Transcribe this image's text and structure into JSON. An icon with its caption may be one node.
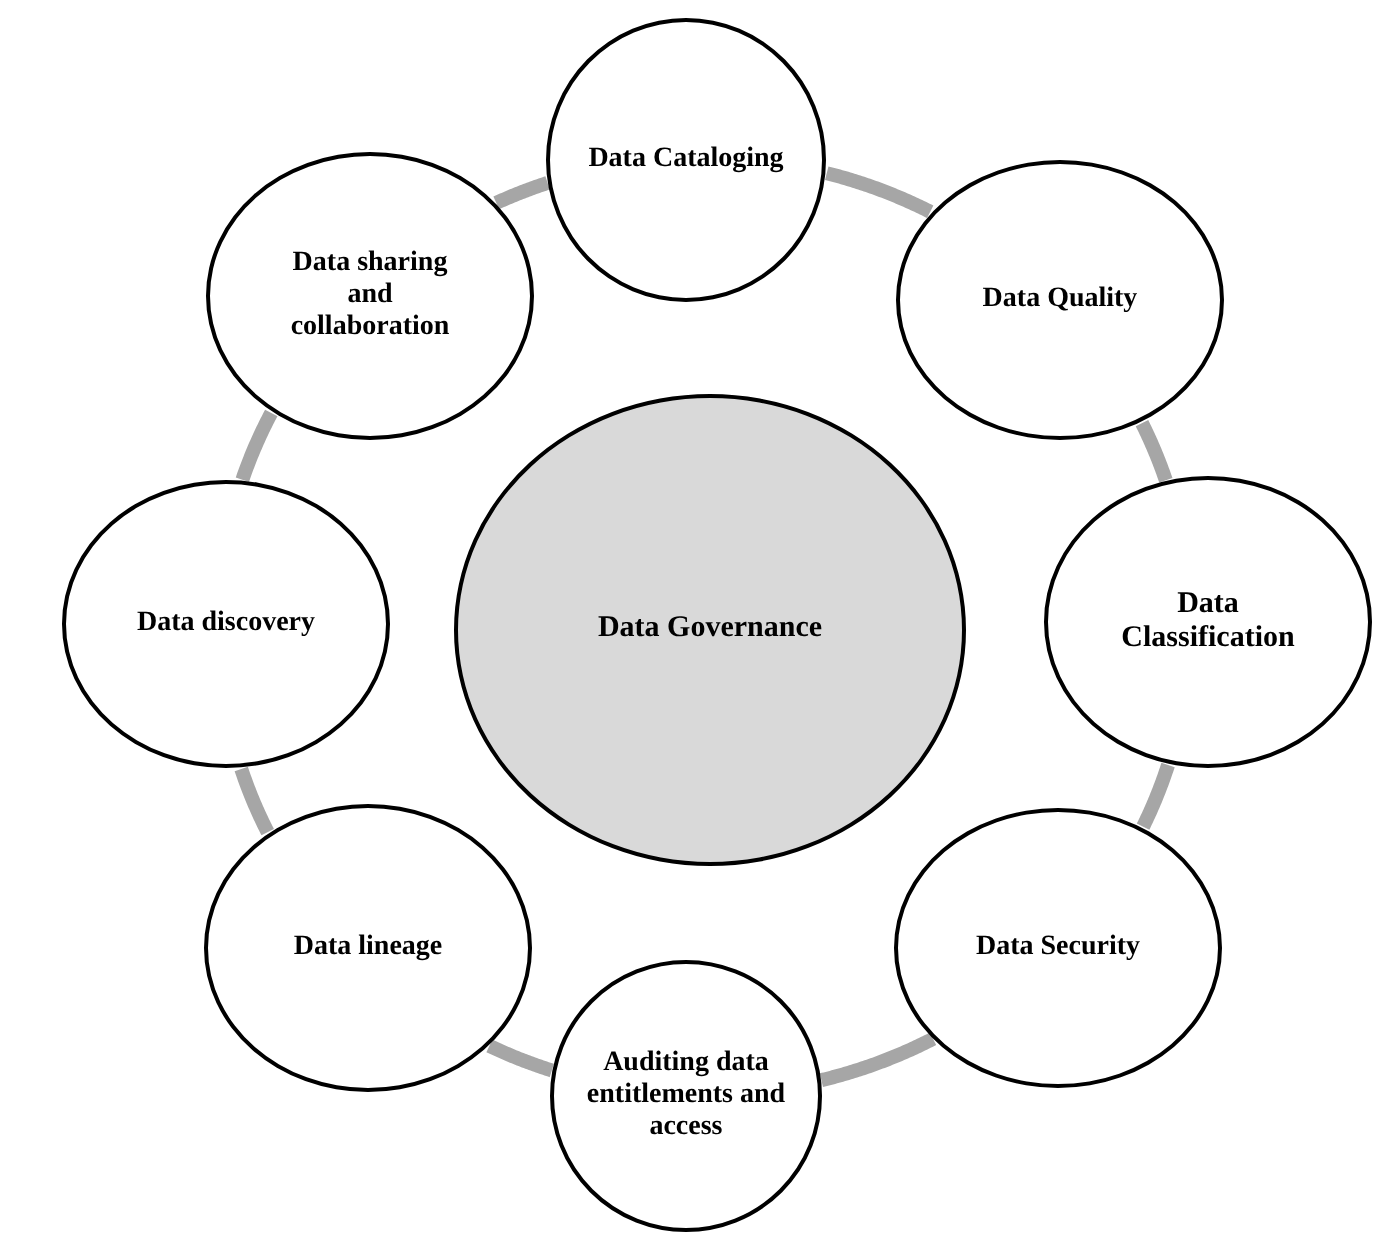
{
  "diagram": {
    "nodes": [
      {
        "text": [
          "Data Governance"
        ]
      },
      {
        "text": [
          "Data Cataloging"
        ]
      },
      {
        "text": [
          "Data Quality"
        ]
      },
      {
        "text": [
          "Data Classification"
        ]
      },
      {
        "text": [
          "Data Security"
        ]
      },
      {
        "text": [
          "Auditing data entitlements and access"
        ]
      },
      {
        "text": [
          "Data lineage"
        ]
      },
      {
        "text": [
          "Data discovery"
        ]
      },
      {
        "text": [
          "Data sharing and collaboration"
        ]
      }
    ],
    "edges": [
      {
        "from": 1,
        "to": 2,
        "arrow": "none"
      },
      {
        "from": 2,
        "to": 3,
        "arrow": "none"
      },
      {
        "from": 3,
        "to": 4,
        "arrow": "none"
      },
      {
        "from": 4,
        "to": 5,
        "arrow": "none"
      },
      {
        "from": 5,
        "to": 6,
        "arrow": "none"
      },
      {
        "from": 6,
        "to": 7,
        "arrow": "none"
      },
      {
        "from": 7,
        "to": 8,
        "arrow": "none"
      },
      {
        "from": 8,
        "to": 1,
        "arrow": "none"
      }
    ]
  }
}
